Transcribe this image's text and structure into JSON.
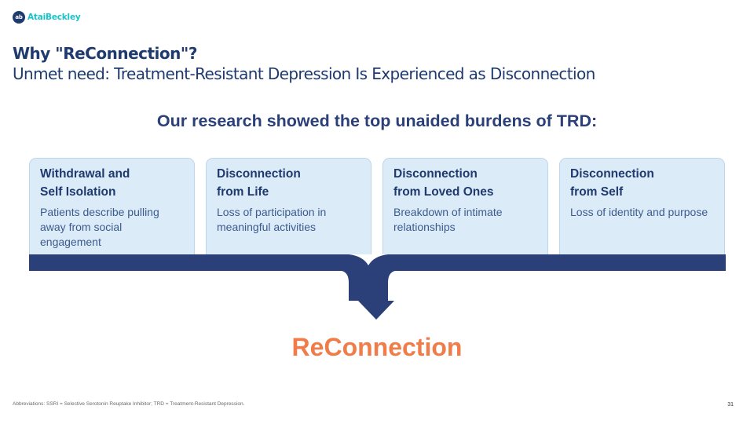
{
  "logo": {
    "mark": "ab",
    "name": "AtaiBeckley"
  },
  "header": {
    "title": "Why \"ReConnection\"?",
    "subtitle": "Unmet need: Treatment-Resistant Depression Is Experienced as Disconnection"
  },
  "intro": "Our research showed the top unaided burdens of TRD:",
  "burdens": [
    {
      "title": "Withdrawal and\nSelf Isolation",
      "description": "Patients describe pulling away from social engagement"
    },
    {
      "title": "Disconnection\nfrom Life",
      "description": "Loss of participation in meaningful activities"
    },
    {
      "title": "Disconnection\nfrom Loved Ones",
      "description": "Breakdown of intimate relationships"
    },
    {
      "title": "Disconnection\nfrom Self",
      "description": "Loss of identity and purpose"
    }
  ],
  "result": "ReConnection",
  "footnote": "Abbreviations: SSRI = Selective Serotonin Reuptake Inhibitor; TRD = Treatment-Resistant Depression.",
  "page_number": "31",
  "colors": {
    "navy": "#1f3a6e",
    "card_fill": "#dcebf8",
    "card_border": "#bcd6ee",
    "accent_orange": "#f07c4a",
    "logo_teal": "#17c3c9"
  }
}
